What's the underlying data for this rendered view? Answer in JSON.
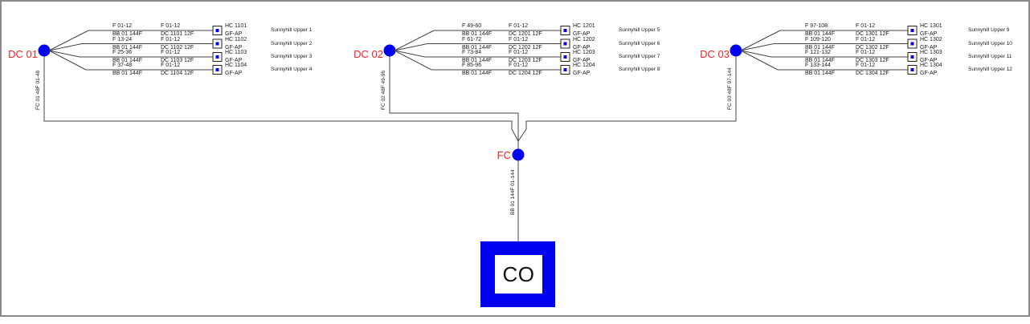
{
  "colors": {
    "node_blue": "#0000f0",
    "label_red": "#ff2020",
    "line": "#454545",
    "text": "#1b1b1b",
    "frame_gray": "#8a8a8a",
    "co_blue": "#0000f0"
  },
  "co": {
    "label": "CO"
  },
  "fc": {
    "label": "FC",
    "riser_cable": "BB 01 144F 01-144"
  },
  "groups": [
    {
      "label": "DC 01",
      "feeder_cable": "FC 01 48F 01-48",
      "rows": [
        {
          "fiber_range": "F 01-12",
          "backbone_cable": "BB 01 144F",
          "drop_range": "F 01-12",
          "drop_cable": "DC 1101 12F",
          "hc_id": "HC 1101",
          "hc_type": "GF-AP",
          "site": "Sunnyhill Upper 1"
        },
        {
          "fiber_range": "F 13-24",
          "backbone_cable": "BB 01 144F",
          "drop_range": "F 01-12",
          "drop_cable": "DC 1102 12F",
          "hc_id": "HC 1102",
          "hc_type": "GF-AP",
          "site": "Sunnyhill Upper 2"
        },
        {
          "fiber_range": "F 25-36",
          "backbone_cable": "BB 01 144F",
          "drop_range": "F 01-12",
          "drop_cable": "DC 1103 12F",
          "hc_id": "HC 1103",
          "hc_type": "GF-AP",
          "site": "Sunnyhill Upper 3"
        },
        {
          "fiber_range": "F 37-48",
          "backbone_cable": "BB 01 144F",
          "drop_range": "F 01-12",
          "drop_cable": "DC 1104 12F",
          "hc_id": "HC 1104",
          "hc_type": "GF-AP",
          "site": "Sunnyhill Upper 4"
        }
      ]
    },
    {
      "label": "DC 02",
      "feeder_cable": "FC 02 48F 49-96",
      "rows": [
        {
          "fiber_range": "F 49-60",
          "backbone_cable": "BB 01 144F",
          "drop_range": "F 01-12",
          "drop_cable": "DC 1201 12F",
          "hc_id": "HC 1201",
          "hc_type": "GF-AP",
          "site": "Sunnyhill Upper 5"
        },
        {
          "fiber_range": "F 61-72",
          "backbone_cable": "BB 01 144F",
          "drop_range": "F 01-12",
          "drop_cable": "DC 1202 12F",
          "hc_id": "HC 1202",
          "hc_type": "GF-AP",
          "site": "Sunnyhill Upper 6"
        },
        {
          "fiber_range": "F 73-84",
          "backbone_cable": "BB 01 144F",
          "drop_range": "F 01-12",
          "drop_cable": "DC 1203 12F",
          "hc_id": "HC 1203",
          "hc_type": "GF-AP",
          "site": "Sunnyhill Upper 7"
        },
        {
          "fiber_range": "F 85-96",
          "backbone_cable": "BB 01 144F",
          "drop_range": "F 01-12",
          "drop_cable": "DC 1204 12F",
          "hc_id": "HC 1204",
          "hc_type": "GF-AP",
          "site": "Sunnyhill Upper 8"
        }
      ]
    },
    {
      "label": "DC 03",
      "feeder_cable": "FC 03 48F 97-144",
      "rows": [
        {
          "fiber_range": "F 97-108",
          "backbone_cable": "BB 01 144F",
          "drop_range": "F 01-12",
          "drop_cable": "DC 1301 12F",
          "hc_id": "HC 1301",
          "hc_type": "GF-AP",
          "site": "Sunnyhill Upper 9"
        },
        {
          "fiber_range": "F 109-120",
          "backbone_cable": "BB 01 144F",
          "drop_range": "F 01-12",
          "drop_cable": "DC 1302 12F",
          "hc_id": "HC 1302",
          "hc_type": "GF-AP",
          "site": "Sunnyhill Upper 10"
        },
        {
          "fiber_range": "F 121-132",
          "backbone_cable": "BB 01 144F",
          "drop_range": "F 01-12",
          "drop_cable": "DC 1303 12F",
          "hc_id": "HC 1303",
          "hc_type": "GF-AP",
          "site": "Sunnyhill Upper 11"
        },
        {
          "fiber_range": "F 133-144",
          "backbone_cable": "BB 01 144F",
          "drop_range": "F 01-12",
          "drop_cable": "DC 1304 12F",
          "hc_id": "HC 1304",
          "hc_type": "GF-AP",
          "site": "Sunnyhill Upper 12"
        }
      ]
    }
  ]
}
